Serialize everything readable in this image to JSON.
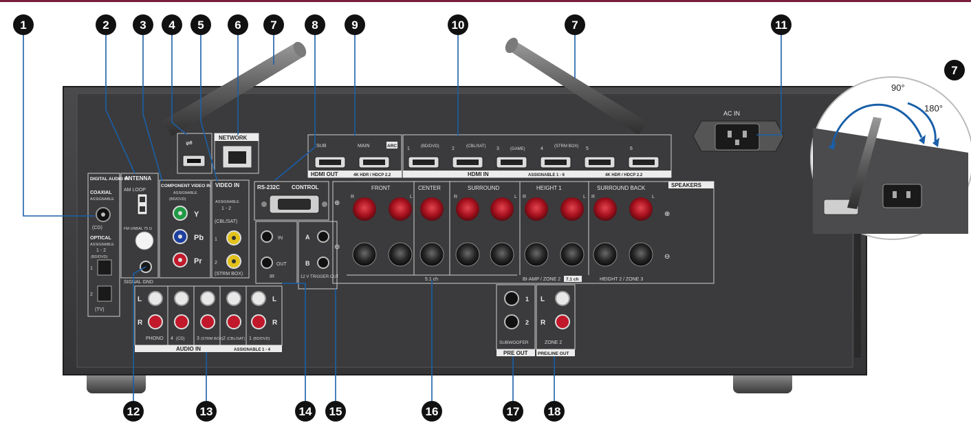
{
  "callouts": [
    "1",
    "2",
    "3",
    "4",
    "5",
    "6",
    "7",
    "8",
    "9",
    "10",
    "7",
    "11",
    "7",
    "12",
    "13",
    "14",
    "15",
    "16",
    "17",
    "18"
  ],
  "panel": {
    "digital_audio_in": "DIGITAL AUDIO IN",
    "coaxial": "COAXIAL",
    "coax_assignable": "ASSIGNABLE",
    "coax_cd": "(CD)",
    "optical": "OPTICAL",
    "opt_assignable": "ASSIGNABLE",
    "opt_range": "1 - 2",
    "opt_bddvd": "(BD/DVD)",
    "opt_1": "1",
    "opt_2": "2",
    "opt_tv": "(TV)",
    "antenna": "ANTENNA",
    "am_loop": "AM LOOP",
    "fm_unbal": "FM UNBAL 75 Ω",
    "signal_gnd": "SIGNAL GND",
    "component_video_in": "COMPONENT VIDEO IN",
    "comp_assignable": "ASSIGNABLE",
    "comp_bddvd": "(BD/DVD)",
    "comp_y": "Y",
    "comp_pb": "Pb",
    "comp_pr": "Pr",
    "video_in": "VIDEO IN",
    "vid_assignable": "ASSIGNABLE",
    "vid_range": "1 - 2",
    "vid_cblsat": "(CBL/SAT)",
    "vid_1": "1",
    "vid_2": "2",
    "vid_strmbox": "(STRM BOX)",
    "network": "NETWORK",
    "rs232c": "RS-232C",
    "control": "CONTROL",
    "ir_in": "IN",
    "ir_out": "OUT",
    "ir": "IR",
    "trig_a": "A",
    "trig_b": "B",
    "trigger_out": "12 V TRIGGER OUT",
    "hdmi_sub": "SUB",
    "hdmi_main": "MAIN",
    "hdmi_arc": "ARC",
    "hdmi_out": "HDMI OUT",
    "hdmi_out_spec": "4K HDR / HDCP 2.2",
    "hdmi_in": "HDMI IN",
    "hdmi_in_assign": "ASSIGNABLE 1 - 6",
    "hdmi_in_spec": "4K HDR / HDCP 2.2",
    "hdmi_1": "1",
    "hdmi_1_label": "(BD/DVD)",
    "hdmi_2": "2",
    "hdmi_2_label": "(CBL/SAT)",
    "hdmi_3": "3",
    "hdmi_3_label": "(GAME)",
    "hdmi_4": "4",
    "hdmi_4_label": "(STRM BOX)",
    "hdmi_5": "5",
    "hdmi_6": "6",
    "ac_in": "AC IN",
    "speakers": "SPEAKERS",
    "spk_front": "FRONT",
    "spk_center": "CENTER",
    "spk_surround": "SURROUND",
    "spk_height1": "HEIGHT 1",
    "spk_surround_back": "SURROUND BACK",
    "spk_r": "R",
    "spk_l": "L",
    "spk_51ch": "5.1 ch",
    "spk_biamp": "BI-AMP / ZONE 2",
    "spk_71ch": "7.1 ch",
    "spk_height2": "HEIGHT 2 / ZONE 3",
    "audio_l": "L",
    "audio_r": "R",
    "audio_phono": "PHONO",
    "audio_4": "4",
    "audio_cd": "(CD)",
    "audio_3": "3",
    "audio_strm": "(STRM BOX)",
    "audio_2": "2",
    "audio_cblsat": "(CBL/SAT)",
    "audio_1": "1",
    "audio_bddvd": "(BD/DVD)",
    "audio_in": "AUDIO IN",
    "audio_assign": "ASSIGNABLE 1 - 4",
    "sub_1": "1",
    "sub_2": "2",
    "subwoofer": "SUBWOOFER",
    "pre_out": "PRE OUT",
    "zone2_l": "L",
    "zone2_r": "R",
    "zone2": "ZONE 2",
    "pre_line_out": "PRE/LINE OUT",
    "angle_90": "90°",
    "angle_180": "180°"
  }
}
